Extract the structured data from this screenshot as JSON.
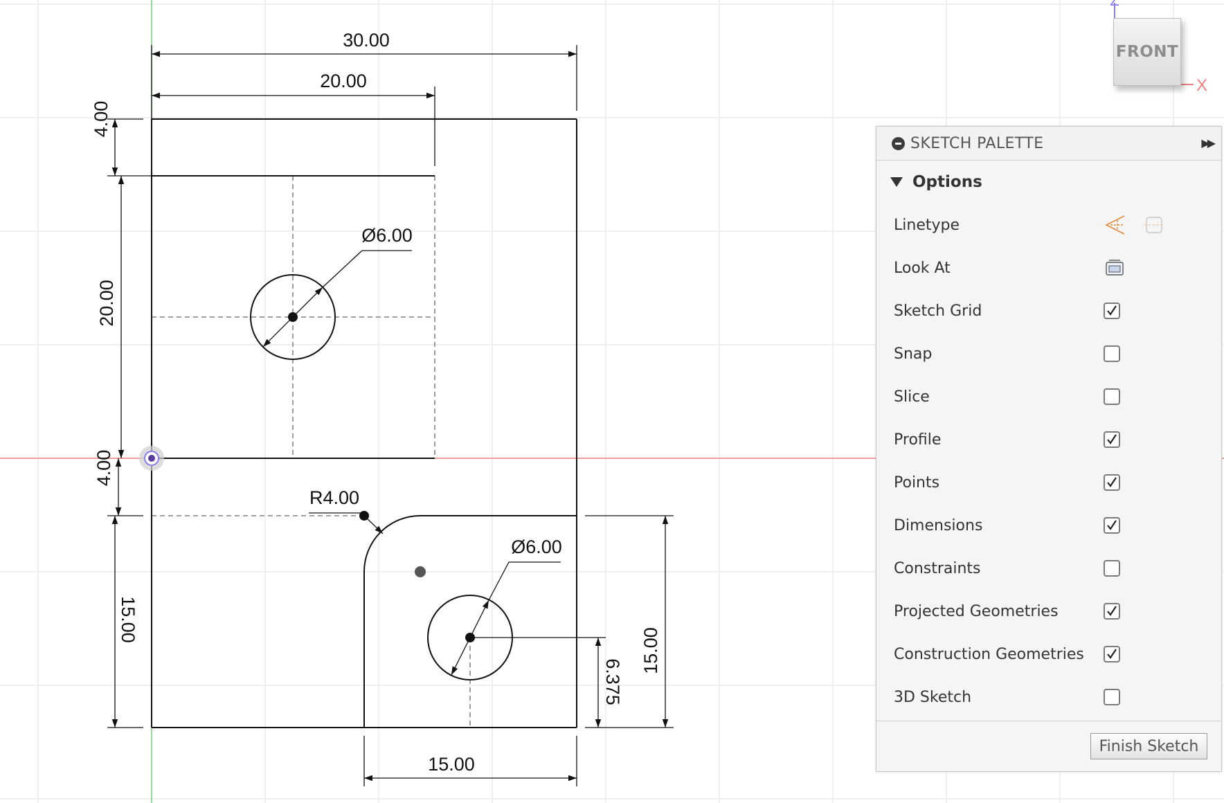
{
  "viewcube": {
    "face_label": "FRONT",
    "axis_z": "Z",
    "axis_x": "X"
  },
  "dimensions": {
    "overall_width": "30.00",
    "upper_width": "20.00",
    "top_offset": "4.00",
    "upper_height": "20.00",
    "middle_offset": "4.00",
    "lower_height": "15.00",
    "hole_upper": "Ø6.00",
    "hole_lower": "Ø6.00",
    "fillet_radius": "R4.00",
    "hole_lower_height": "6.375",
    "right_height": "15.00",
    "bottom_width": "15.00"
  },
  "palette": {
    "title": "SKETCH PALETTE",
    "section": "Options",
    "rows": [
      {
        "label": "Linetype",
        "control": "icons"
      },
      {
        "label": "Look At",
        "control": "icon"
      },
      {
        "label": "Sketch Grid",
        "checked": true
      },
      {
        "label": "Snap",
        "checked": false
      },
      {
        "label": "Slice",
        "checked": false
      },
      {
        "label": "Profile",
        "checked": true
      },
      {
        "label": "Points",
        "checked": true
      },
      {
        "label": "Dimensions",
        "checked": true
      },
      {
        "label": "Constraints",
        "checked": false
      },
      {
        "label": "Projected Geometries",
        "checked": true
      },
      {
        "label": "Construction Geometries",
        "checked": true
      },
      {
        "label": "3D Sketch",
        "checked": false
      }
    ],
    "finish_button": "Finish Sketch"
  },
  "colors": {
    "x_axis": "#f08080",
    "y_axis": "#7ccf7c",
    "z_axis": "#8a7cf0",
    "grid": "#ececec"
  }
}
